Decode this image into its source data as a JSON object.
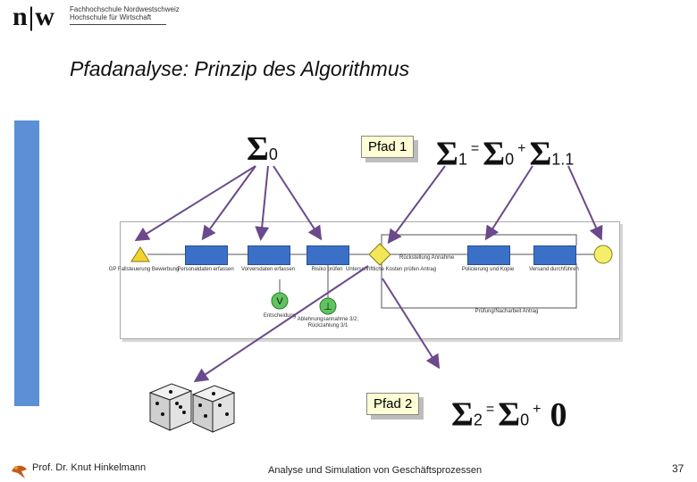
{
  "header": {
    "logo": "n|w",
    "institution_line1": "Fachhochschule Nordwestschweiz",
    "institution_line2": "Hochschule für Wirtschaft"
  },
  "title": "Pfadanalyse: Prinzip des Algorithmus",
  "formulas": {
    "sigma_symbol": "Σ",
    "sum0_sub": "0",
    "path1_label": "Pfad 1",
    "path1_sub_left": "1",
    "path1_sub_mid": "0",
    "path1_sub_right": "1.1",
    "equals": "=",
    "plus": "+",
    "path2_label": "Pfad 2",
    "path2_sub_left": "2",
    "path2_sub_mid": "0",
    "path2_zero": "0"
  },
  "diagram": {
    "labels": {
      "start": "GP Fallsteuerung Bewerbung",
      "task1": "Personaldaten erfassen",
      "task2": "Vorversdaten erfassen",
      "task3": "Risiko prüfen",
      "decision": "Unterschriftliche Kosten prüfen Antrag",
      "task4": "Policierung und Kopie",
      "task5": "Versand durchführen",
      "rejection": "Rückstellung Annahme",
      "rework": "Prüfung/Nacharbeit Antrag",
      "v_gate": "Entscheidung",
      "l_gate": "Ablehnungsannahme 3/2; Rückzahlung 3/1"
    }
  },
  "footer": {
    "author": "Prof. Dr. Knut Hinkelmann",
    "center": "Analyse und Simulation von Geschäftsprozessen",
    "page": "37"
  }
}
